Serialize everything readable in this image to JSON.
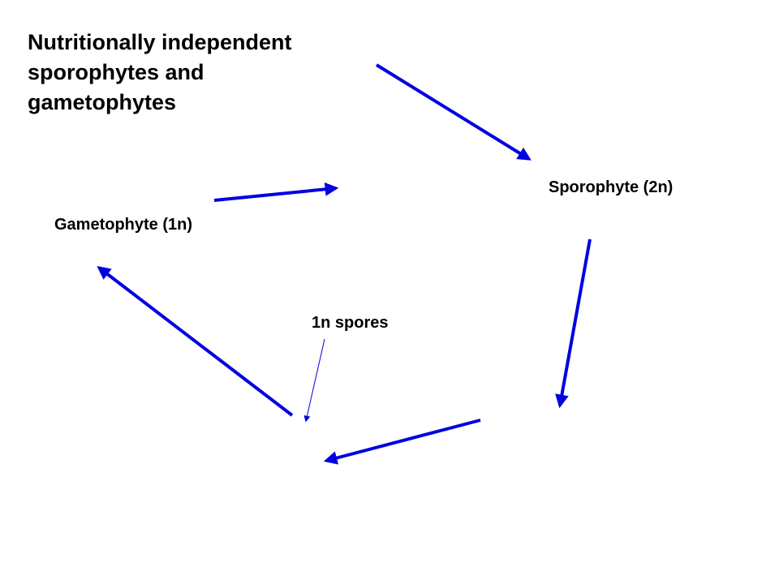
{
  "title": {
    "line1": "Nutritionally independent",
    "line2": "sporophytes and",
    "line3": "gametophytes"
  },
  "nodes": {
    "sporophyte": "Sporophyte (2n)",
    "gametophyte": "Gametophyte (1n)",
    "spores": "1n spores"
  },
  "colors": {
    "cycle_arrow": "#0000e0",
    "pointer_arrow": "#0000e0",
    "text": "#000000"
  }
}
